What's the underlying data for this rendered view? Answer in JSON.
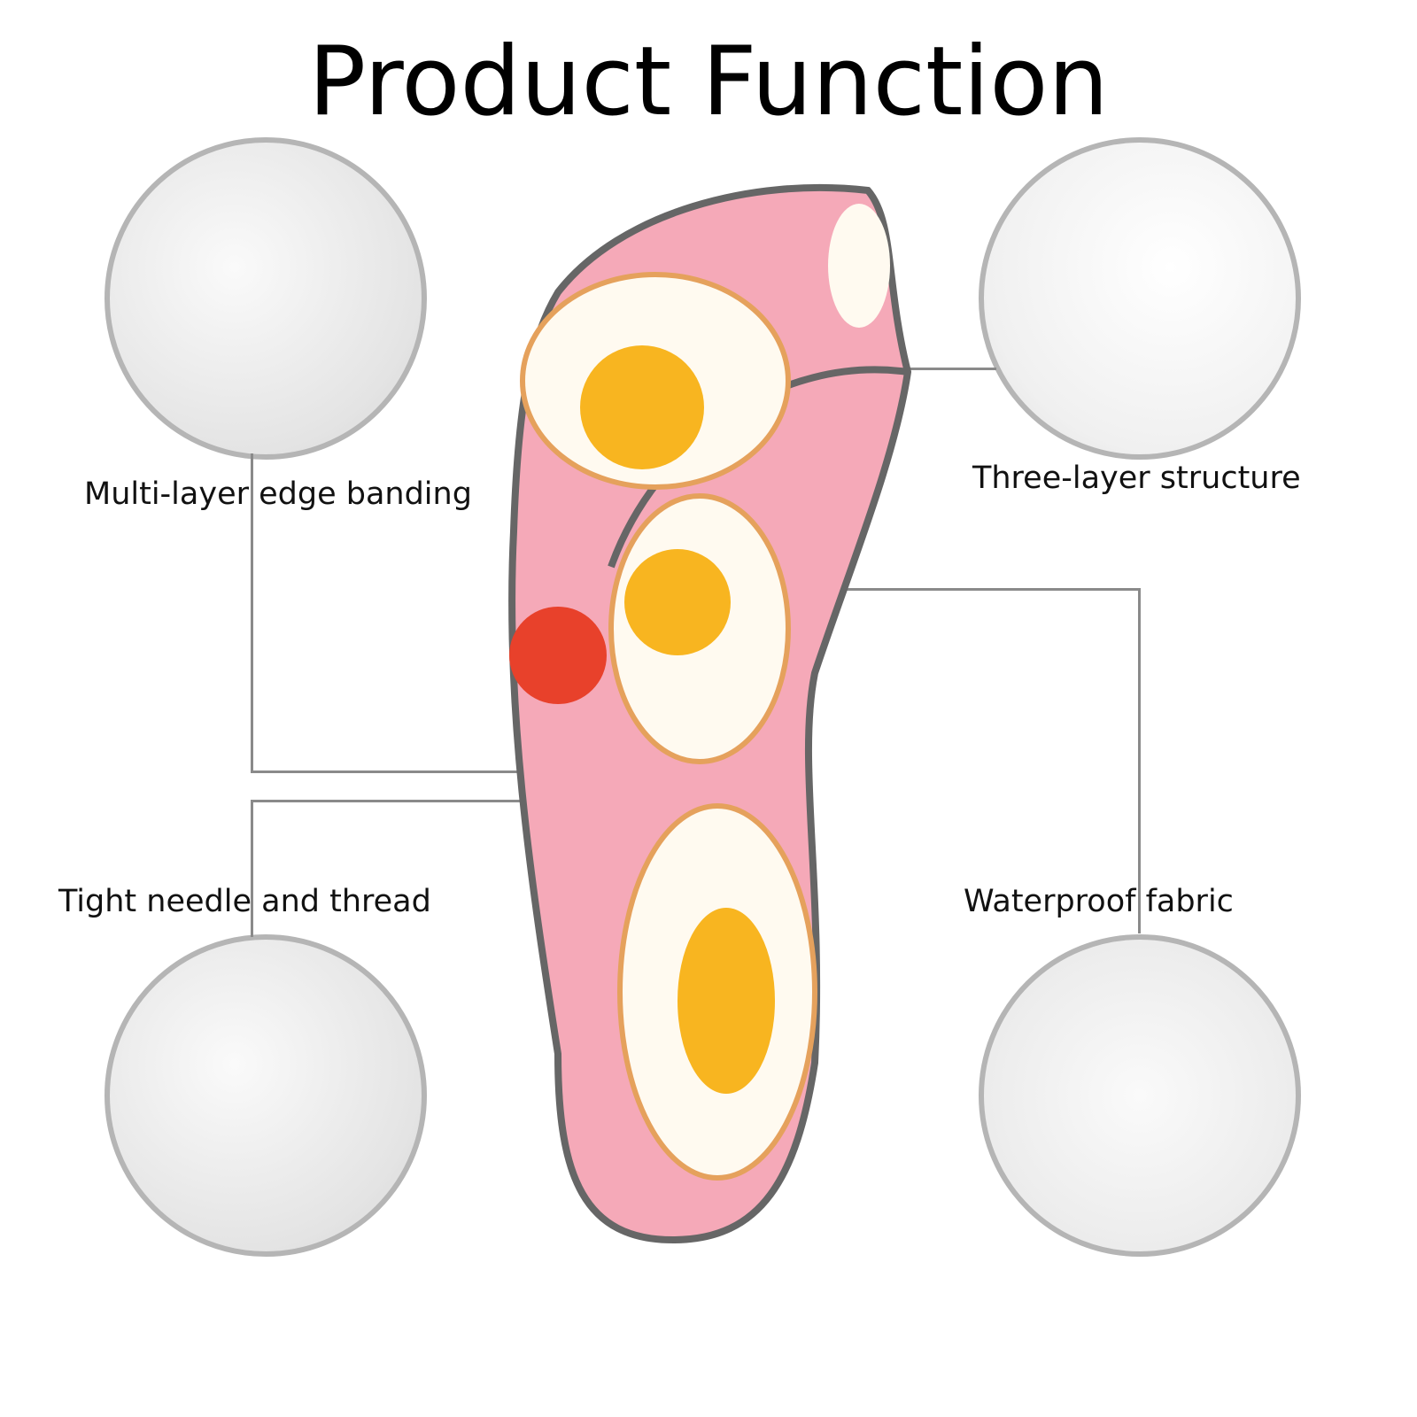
{
  "title": "Product Function",
  "features": [
    "Multi-layer edge banding",
    "Three-layer structure",
    "Tight needle and thread",
    "Waterproof fabric"
  ]
}
